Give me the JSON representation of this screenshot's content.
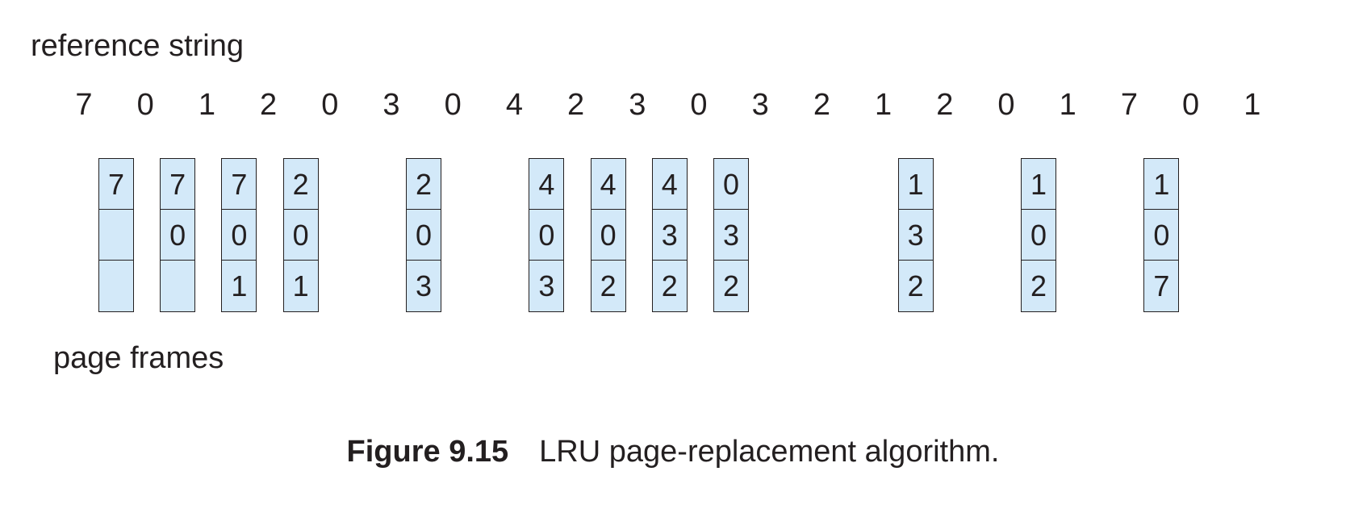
{
  "labels": {
    "reference_string": "reference string",
    "page_frames": "page frames"
  },
  "reference_string": [
    7,
    0,
    1,
    2,
    0,
    3,
    0,
    4,
    2,
    3,
    0,
    3,
    2,
    1,
    2,
    0,
    1,
    7,
    0,
    1
  ],
  "frame_snapshots": [
    {
      "ref_index": 0,
      "frames": [
        7,
        null,
        null
      ]
    },
    {
      "ref_index": 1,
      "frames": [
        7,
        0,
        null
      ]
    },
    {
      "ref_index": 2,
      "frames": [
        7,
        0,
        1
      ]
    },
    {
      "ref_index": 3,
      "frames": [
        2,
        0,
        1
      ]
    },
    {
      "ref_index": 5,
      "frames": [
        2,
        0,
        3
      ]
    },
    {
      "ref_index": 7,
      "frames": [
        4,
        0,
        3
      ]
    },
    {
      "ref_index": 8,
      "frames": [
        4,
        0,
        2
      ]
    },
    {
      "ref_index": 9,
      "frames": [
        4,
        3,
        2
      ]
    },
    {
      "ref_index": 10,
      "frames": [
        0,
        3,
        2
      ]
    },
    {
      "ref_index": 13,
      "frames": [
        1,
        3,
        2
      ]
    },
    {
      "ref_index": 15,
      "frames": [
        1,
        0,
        2
      ]
    },
    {
      "ref_index": 17,
      "frames": [
        1,
        0,
        7
      ]
    }
  ],
  "caption": {
    "label": "Figure 9.15",
    "text": "LRU page-replacement algorithm."
  },
  "colors": {
    "frame_fill": "#d3e9f9",
    "ink": "#231f20"
  }
}
